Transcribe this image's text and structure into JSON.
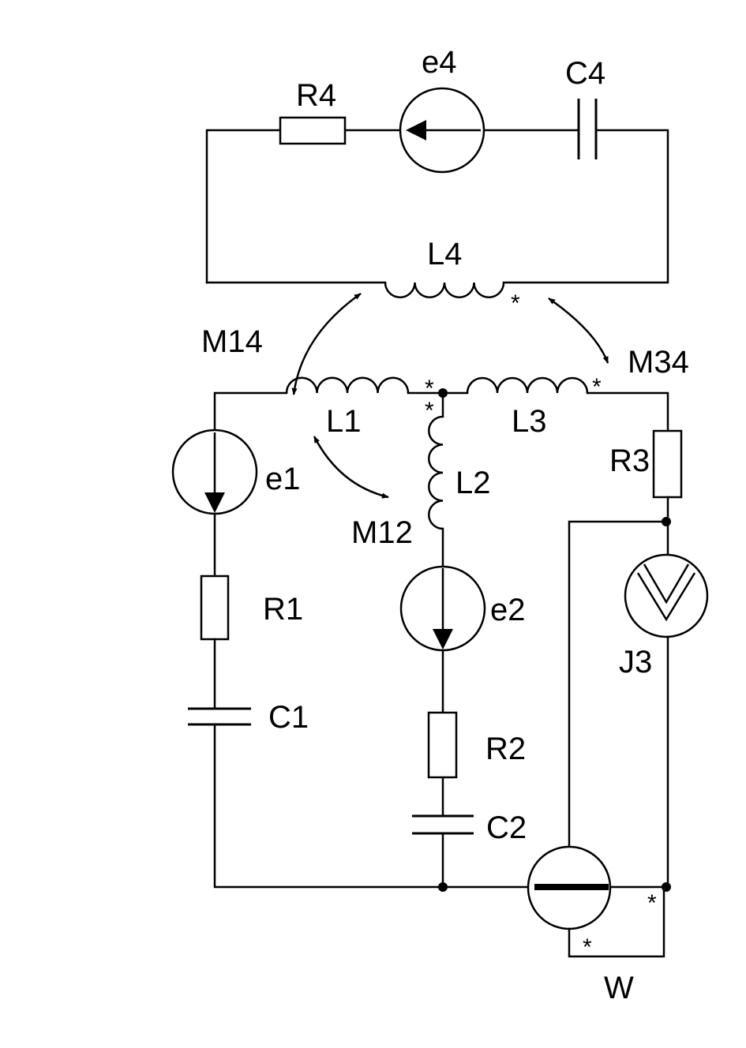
{
  "labels": {
    "R4": "R4",
    "e4": "e4",
    "C4": "C4",
    "L4": "L4",
    "M14": "M14",
    "M34": "M34",
    "L1": "L1",
    "L3": "L3",
    "L2": "L2",
    "M12": "M12",
    "e1": "e1",
    "R1": "R1",
    "C1": "C1",
    "e2": "e2",
    "R2": "R2",
    "C2": "C2",
    "R3": "R3",
    "J3": "J3",
    "W": "W"
  },
  "polarity_mark": "*"
}
